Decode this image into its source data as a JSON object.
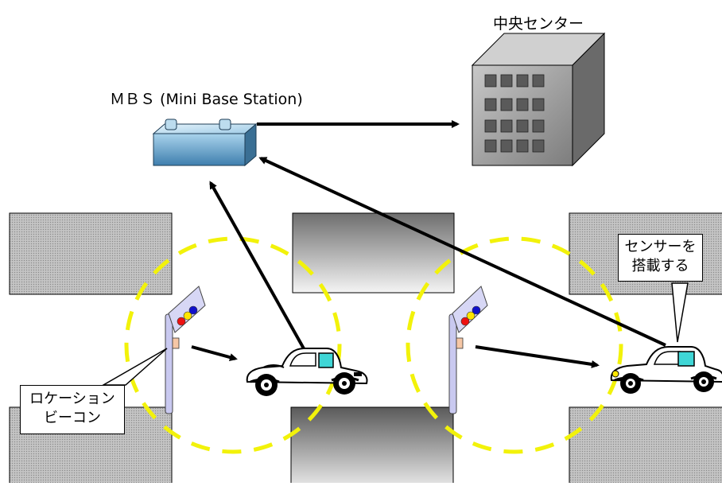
{
  "labels": {
    "central_center": "中央センター",
    "mbs": "ＭＢＳ (Mini Base Station)"
  },
  "callouts": {
    "sensor": {
      "line1": "センサーを",
      "line2": "搭載する"
    },
    "beacon": {
      "line1": "ロケーション",
      "line2": "ビーコン"
    }
  },
  "colors": {
    "arrow": "#000000",
    "zone_ring": "#f2f20a",
    "beacon_pole": "#c9c9f0",
    "beacon_sign": "#d7d7f5",
    "lamp_red": "#ee1111",
    "lamp_yellow": "#ffe600",
    "lamp_blue": "#1111cc",
    "mbs_box": "#6aa6c8",
    "building": "#8c8c8c"
  }
}
